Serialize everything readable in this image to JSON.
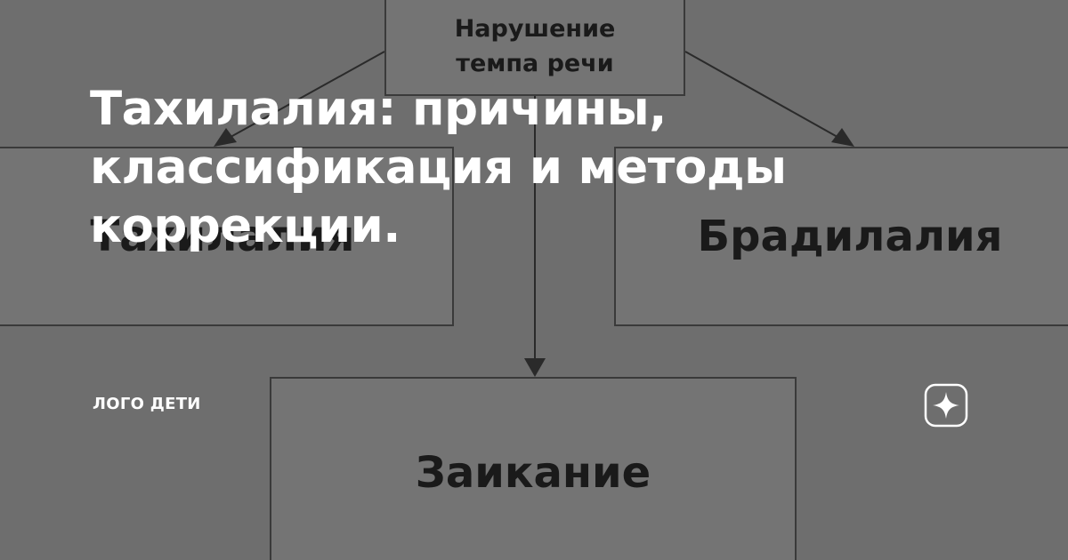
{
  "headline": "Тахилалия: причины, классификация и методы коррекции.",
  "channel_name": "ЛОГО ДЕТИ",
  "diagram": {
    "top_box_line1": "Нарушение",
    "top_box_line2": "темпа речи",
    "left_box": "Тахилалия",
    "right_box": "Брадилалия",
    "bottom_box": "Заикание"
  },
  "icons": {
    "brand": "star-sparkle-icon"
  },
  "colors": {
    "background": "#6e6e6e",
    "headline": "#ffffff",
    "diagram_text": "#1a1a1a"
  }
}
